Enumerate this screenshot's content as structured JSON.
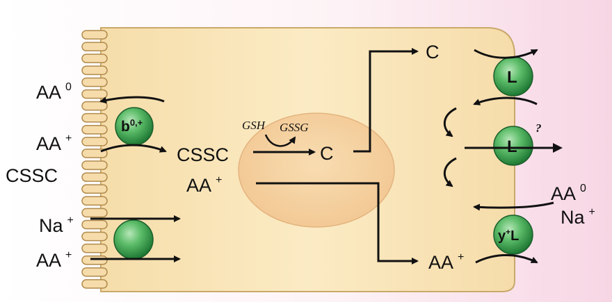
{
  "colors": {
    "cell_fill": "#f9e6b8",
    "cell_edge": "#c9a96a",
    "nucleus_fill": "#f5cf9e",
    "background_pink": "#f8dbe8",
    "transporter_green": "#58b86a",
    "arrow": "#111111"
  },
  "apical": {
    "aa_neutral": "AA",
    "aa_neutral_sup": "0",
    "aa_cationic": "AA",
    "aa_cationic_sup": "+",
    "cystine": "CSSC",
    "sodium": "Na",
    "sodium_sup": "+",
    "aa_cationic2": "AA",
    "aa_cationic2_sup": "+",
    "transporter_b0": "b",
    "transporter_b0_sup": "0,+"
  },
  "cytosol": {
    "cystine": "CSSC",
    "aa_cationic": "AA",
    "aa_cationic_sup": "+",
    "gsh": "GSH",
    "gssg": "GSSG",
    "cysteine": "C",
    "cysteine_top": "C",
    "aa_cationic_bottom": "AA",
    "aa_cationic_bottom_sup": "+"
  },
  "basolateral": {
    "transporter_L_top": "L",
    "transporter_L_mid": "L",
    "question": "?",
    "aa_neutral": "AA",
    "aa_neutral_sup": "0",
    "sodium": "Na",
    "sodium_sup": "+",
    "transporter_yL": "y",
    "transporter_yL_sup": "+",
    "transporter_yL_suffix": "L"
  }
}
